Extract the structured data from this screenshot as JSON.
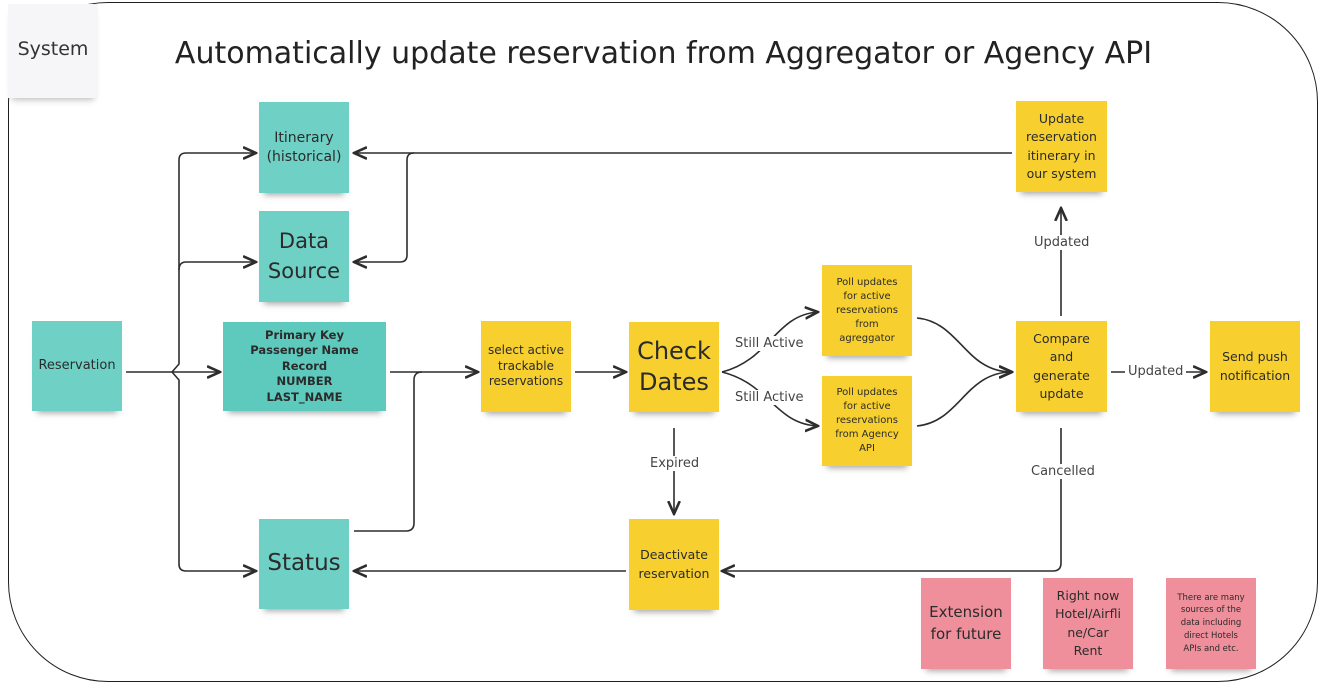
{
  "title": "Automatically update reservation from Aggregator or Agency API",
  "system_label": "System",
  "nodes": {
    "reservation": "Reservation",
    "itinerary": "Itinerary\n(historical)",
    "data_source": "Data\nSource",
    "primary_key": "Primary Key\nPassenger Name Record\nNUMBER\nLAST_NAME",
    "status": "Status",
    "select_active": "select active\ntrackable\nreservations",
    "check_dates": "Check\nDates",
    "poll_aggregator": "Poll updates\nfor active\nreservations\nfrom\nagreggator",
    "poll_agency": "Poll updates\nfor active\nreservations\nfrom Agency\nAPI",
    "compare": "Compare\nand\ngenerate\nupdate",
    "update_itinerary": "Update\nreservation\nitinerary in\nour system",
    "send_push": "Send push\nnotification",
    "deactivate": "Deactivate\nreservation",
    "note_extension": "Extension\nfor future",
    "note_right_now": "Right now\nHotel/Airfli\nne/Car\nRent",
    "note_sources": "There are many\nsources of the\ndata including\ndirect Hotels\nAPIs and etc."
  },
  "edge_labels": {
    "still_active_1": "Still Active",
    "still_active_2": "Still Active",
    "expired": "Expired",
    "updated_up": "Updated",
    "updated_right": "Updated",
    "cancelled": "Cancelled"
  },
  "colors": {
    "teal": "#6fd1c6",
    "yellow": "#f7d030",
    "pink": "#ef8f9b"
  }
}
